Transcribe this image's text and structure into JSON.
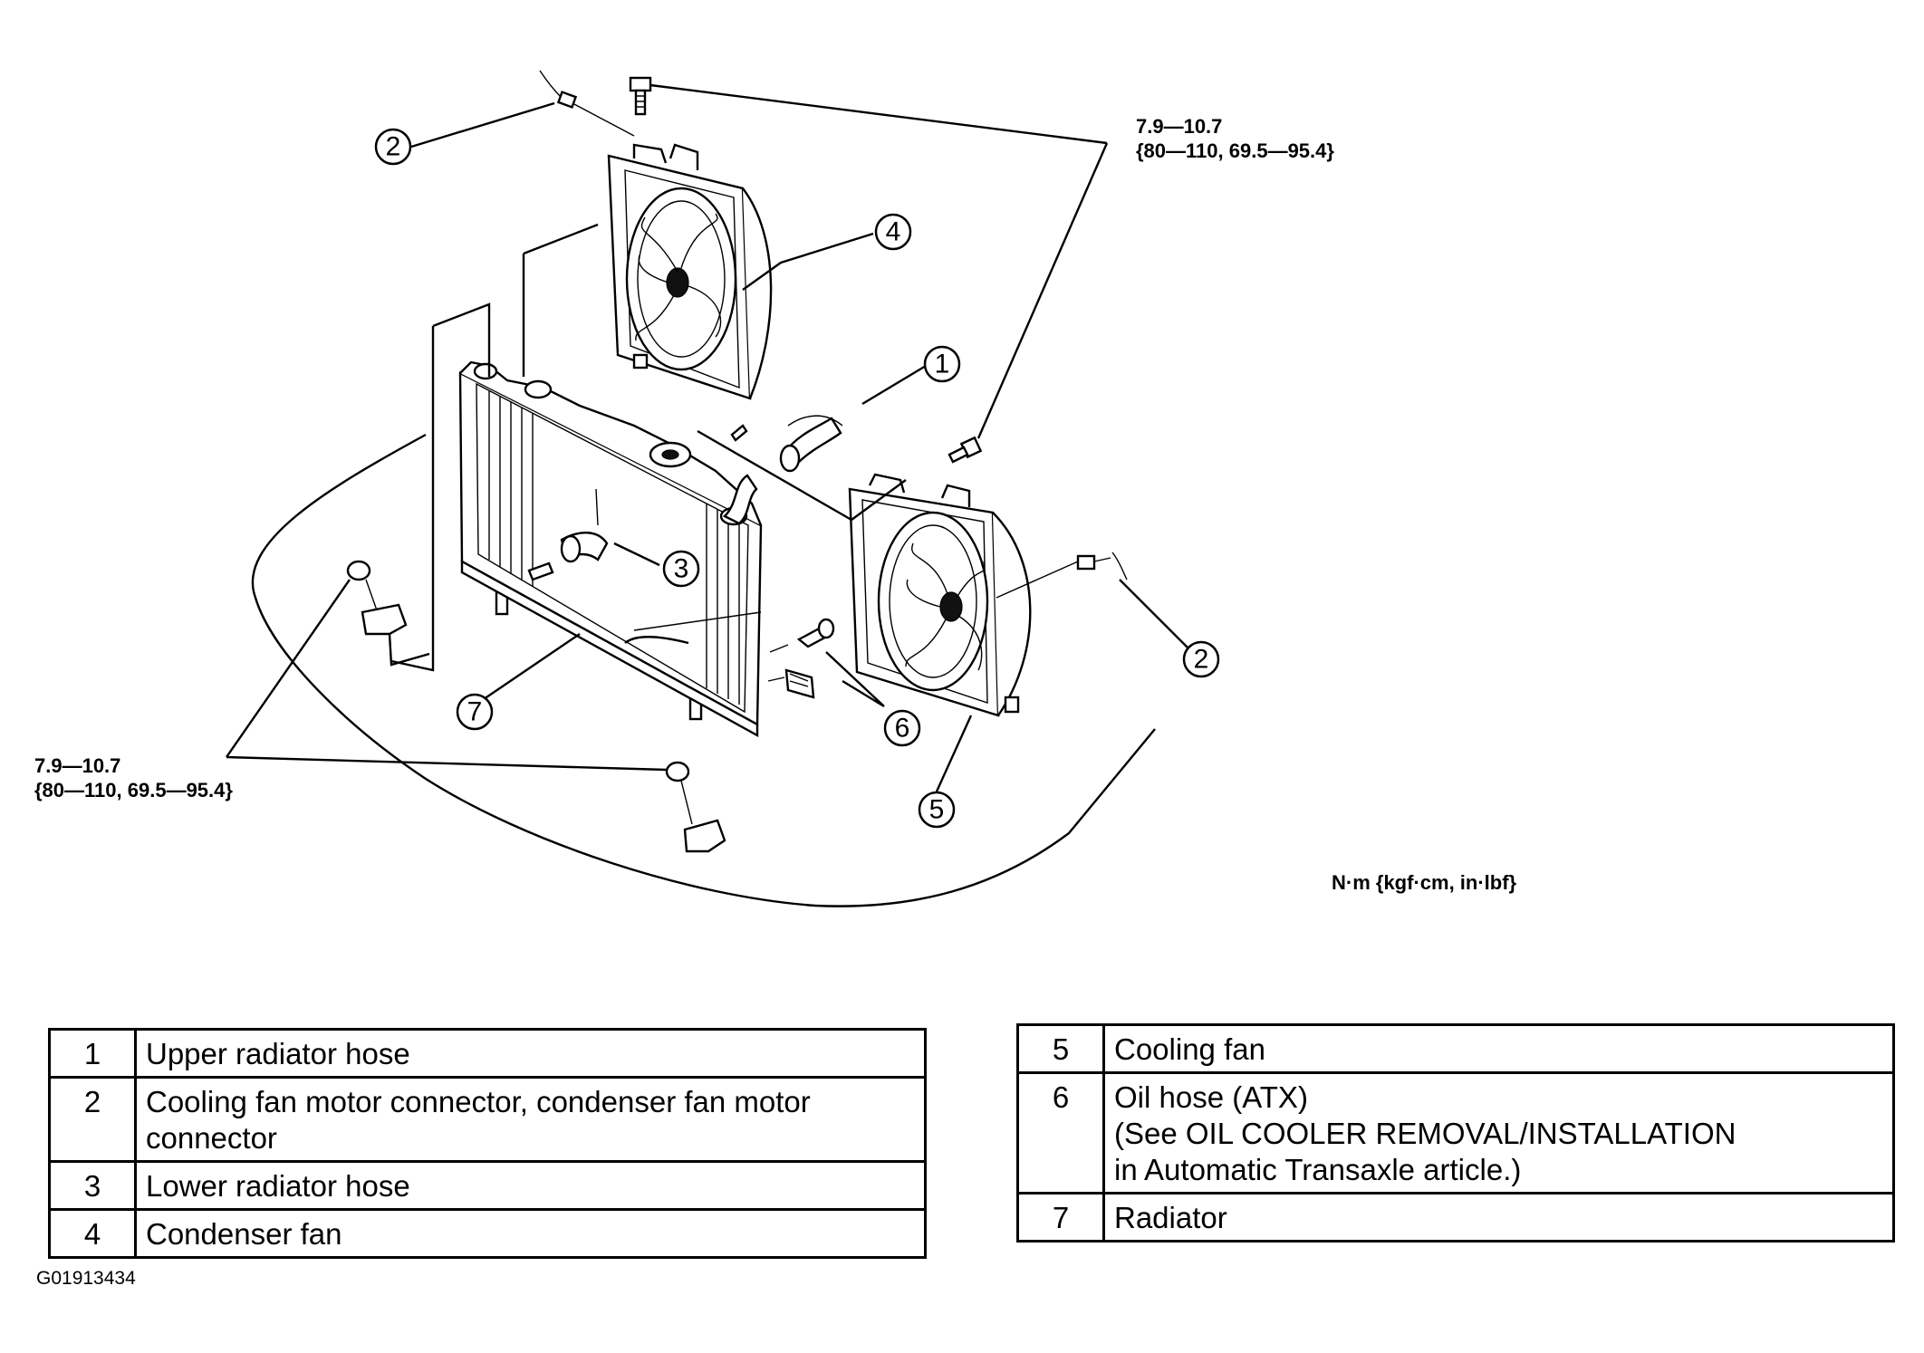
{
  "torque_spec_top": {
    "line1": "7.9—10.7",
    "line2": "{80—110, 69.5—95.4}"
  },
  "torque_spec_bottom": {
    "line1": "7.9—10.7",
    "line2": "{80—110, 69.5—95.4}"
  },
  "units": "N·m {kgf·cm, in·lbf}",
  "callouts": {
    "c1": "1",
    "c2a": "2",
    "c2b": "2",
    "c3": "3",
    "c4": "4",
    "c5": "5",
    "c6": "6",
    "c7": "7"
  },
  "legend_left": [
    {
      "num": "1",
      "label": "Upper radiator hose"
    },
    {
      "num": "2",
      "label": "Cooling fan motor connector, condenser fan motor connector"
    },
    {
      "num": "3",
      "label": "Lower radiator hose"
    },
    {
      "num": "4",
      "label": "Condenser fan"
    }
  ],
  "legend_right": [
    {
      "num": "5",
      "label": "Cooling fan"
    },
    {
      "num": "6",
      "label": "Oil hose (ATX)",
      "label2": "(See OIL COOLER REMOVAL/INSTALLATION",
      "label3": "in Automatic Transaxle article.)"
    },
    {
      "num": "7",
      "label": "Radiator"
    }
  ],
  "figure_id": "G01913434"
}
